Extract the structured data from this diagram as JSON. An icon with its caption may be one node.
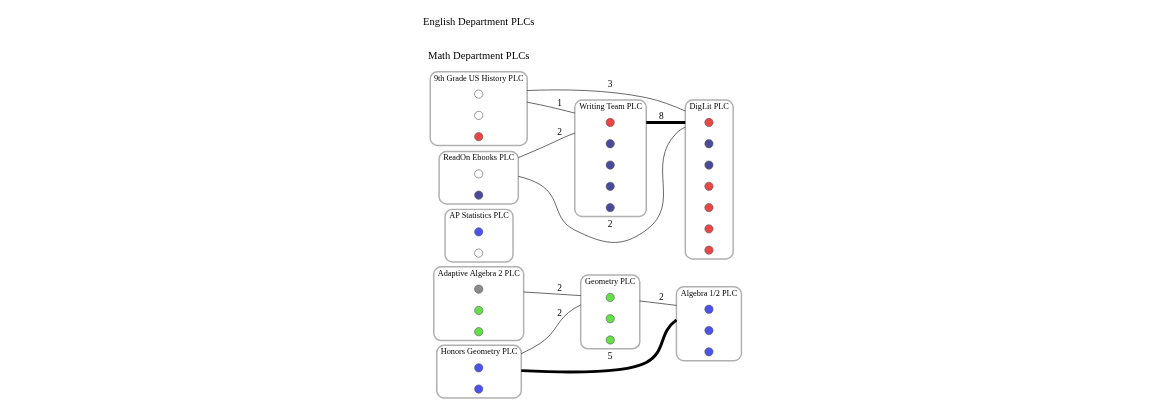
{
  "diagram": {
    "nodes": [
      {
        "text": [
          "Adaptive Algebra 2 PLC"
        ]
      },
      {
        "text": [],
        "shape": "circle",
        "in": 0
      },
      {
        "text": [],
        "shape": "circle",
        "in": 0
      },
      {
        "text": [],
        "shape": "circle",
        "in": 0
      },
      {
        "text": [
          "Geometry PLC"
        ]
      },
      {
        "text": [],
        "shape": "circle",
        "in": 4
      },
      {
        "text": [],
        "shape": "circle",
        "in": 4
      },
      {
        "text": [],
        "shape": "circle",
        "in": 4
      },
      {
        "text": [
          "Honors Geometry PLC"
        ]
      },
      {
        "text": [],
        "shape": "circle",
        "in": 8
      },
      {
        "text": [],
        "shape": "circle",
        "in": 8
      },
      {
        "text": [
          "Algebra 1/2 PLC"
        ]
      },
      {
        "text": [],
        "shape": "circle",
        "in": 11
      },
      {
        "text": [],
        "shape": "circle",
        "in": 11
      },
      {
        "text": [],
        "shape": "circle",
        "in": 11
      },
      {
        "text": [
          "AP Statistics PLC"
        ]
      },
      {
        "text": [],
        "shape": "circle",
        "in": 15
      },
      {
        "text": [],
        "shape": "circle",
        "in": 15
      },
      {
        "text": [
          "9th Grade US History PLC"
        ]
      },
      {
        "text": [],
        "shape": "circle",
        "in": 18
      },
      {
        "text": [],
        "shape": "circle",
        "in": 18
      },
      {
        "text": [],
        "shape": "circle",
        "in": 18
      },
      {
        "text": [
          "ReadOn Ebooks PLC"
        ]
      },
      {
        "text": [],
        "shape": "circle",
        "in": 22
      },
      {
        "text": [],
        "shape": "circle",
        "in": 22
      },
      {
        "text": [
          "DigLit PLC"
        ]
      },
      {
        "text": [],
        "shape": "circle",
        "in": 25
      },
      {
        "text": [],
        "shape": "circle",
        "in": 25
      },
      {
        "text": [],
        "shape": "circle",
        "in": 25
      },
      {
        "text": [],
        "shape": "circle",
        "in": 25
      },
      {
        "text": [],
        "shape": "circle",
        "in": 25
      },
      {
        "text": [],
        "shape": "circle",
        "in": 25
      },
      {
        "text": [],
        "shape": "circle",
        "in": 25
      },
      {
        "text": [
          "Writing Team PLC"
        ]
      },
      {
        "text": [],
        "shape": "circle",
        "in": 33
      },
      {
        "text": [],
        "shape": "circle",
        "in": 33
      },
      {
        "text": [],
        "shape": "circle",
        "in": 33
      },
      {
        "text": [],
        "shape": "circle",
        "in": 33
      },
      {
        "text": [],
        "shape": "circle",
        "in": 33
      }
    ],
    "edges": [
      {
        "from": 0,
        "to": 4,
        "arrow": "none",
        "label": "2"
      },
      {
        "from": 8,
        "to": 4,
        "arrow": "none",
        "label": "2"
      },
      {
        "from": 4,
        "to": 11,
        "arrow": "none",
        "label": "2"
      },
      {
        "from": 8,
        "to": 11,
        "arrow": "none",
        "label": "5",
        "style": "thick"
      },
      {
        "from": 22,
        "to": 33,
        "arrow": "none",
        "label": "2"
      },
      {
        "from": 18,
        "to": 33,
        "arrow": "none",
        "label": "1"
      },
      {
        "from": 22,
        "to": 25,
        "arrow": "none",
        "label": "2"
      },
      {
        "from": 18,
        "to": 25,
        "arrow": "none",
        "label": "3"
      },
      {
        "from": 33,
        "to": 25,
        "arrow": "none",
        "label": "8",
        "style": "thick"
      }
    ],
    "labels": [
      "Math Department PLCs",
      "English Department PLCs"
    ]
  }
}
